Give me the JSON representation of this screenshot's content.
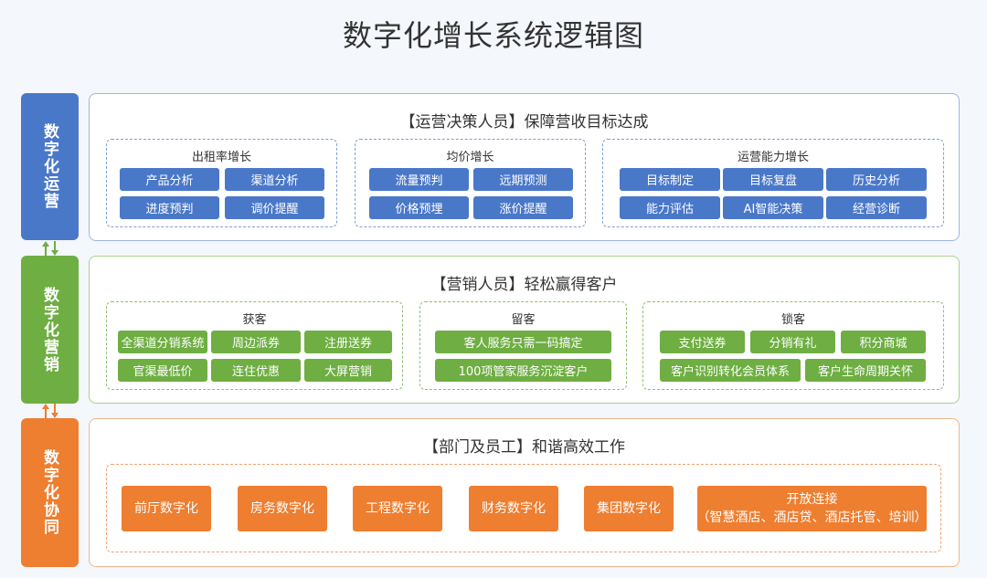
{
  "title": "数字化增长系统逻辑图",
  "colors": {
    "blue": "#4a78c9",
    "green": "#6eae42",
    "orange": "#ee7e30"
  },
  "sections": [
    {
      "side_label": "数字化运营",
      "panel_title": "【运营决策人员】保障营收目标达成",
      "groups": [
        {
          "title": "出租率增长",
          "tags": [
            "产品分析",
            "渠道分析",
            "进度预判",
            "调价提醒"
          ]
        },
        {
          "title": "均价增长",
          "tags": [
            "流量预判",
            "远期预测",
            "价格预埋",
            "涨价提醒"
          ]
        },
        {
          "title": "运营能力增长",
          "tags": [
            "目标制定",
            "目标复盘",
            "历史分析",
            "能力评估",
            "AI智能决策",
            "经营诊断"
          ]
        }
      ]
    },
    {
      "side_label": "数字化营销",
      "panel_title": "【营销人员】轻松赢得客户",
      "groups": [
        {
          "title": "获客",
          "tags": [
            "全渠道分销系统",
            "周边派券",
            "注册送券",
            "官渠最低价",
            "连住优惠",
            "大屏营销"
          ]
        },
        {
          "title": "留客",
          "tags": [
            "客人服务只需一码搞定",
            "100项管家服务沉淀客户"
          ]
        },
        {
          "title": "锁客",
          "tags": [
            "支付送券",
            "分销有礼",
            "积分商城",
            "客户识别转化会员体系",
            "客户生命周期关怀"
          ]
        }
      ]
    },
    {
      "side_label": "数字化协同",
      "panel_title": "【部门及员工】和谐高效工作",
      "tags": [
        "前厅数字化",
        "房务数字化",
        "工程数字化",
        "财务数字化",
        "集团数字化"
      ],
      "open_tag": {
        "line1": "开放连接",
        "line2": "（智慧酒店、酒店贷、酒店托管、培训）"
      }
    }
  ]
}
